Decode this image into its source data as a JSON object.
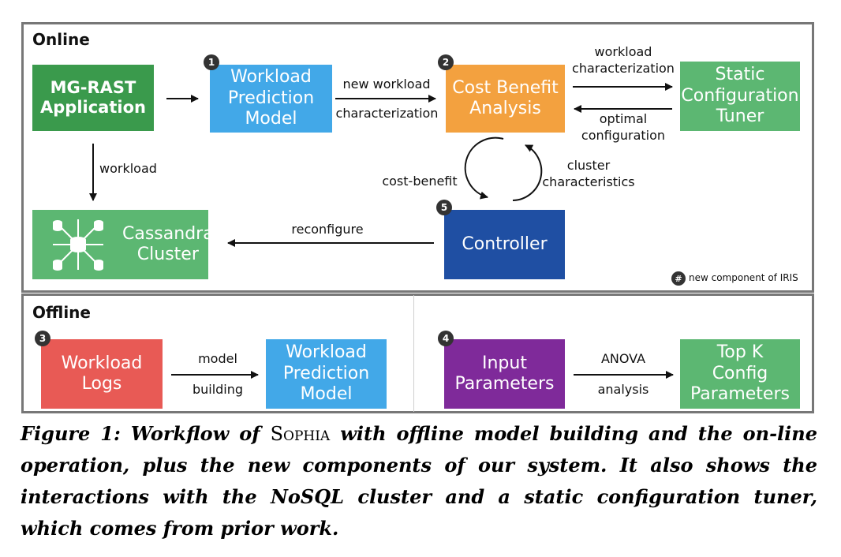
{
  "online": {
    "title": "Online",
    "mgrast": "MG-RAST\nApplication",
    "workload_pred": "Workload\nPrediction\nModel",
    "cost_benefit": "Cost Benefit\nAnalysis",
    "static_tuner": "Static\nConfiguration\nTuner",
    "cassandra": "Cassandra\nCluster",
    "controller": "Controller",
    "lbl_new_workload_top": "new workload",
    "lbl_new_workload_bot": "characterization",
    "lbl_workload_char": "workload\ncharacterization",
    "lbl_optimal": "optimal\nconfiguration",
    "lbl_workload": "workload",
    "lbl_cost_benefit": "cost-benefit",
    "lbl_cluster_char": "cluster\ncharacteristics",
    "lbl_reconfigure": "reconfigure",
    "legend_badge": "#",
    "legend_text": "new component of IRIS",
    "badge1": "1",
    "badge2": "2",
    "badge5": "5"
  },
  "offline": {
    "title": "Offline",
    "workload_logs": "Workload\nLogs",
    "workload_pred": "Workload\nPrediction\nModel",
    "input_params": "Input\nParameters",
    "top_k": "Top K\nConfig\nParameters",
    "lbl_model": "model",
    "lbl_building": "building",
    "lbl_anova": "ANOVA",
    "lbl_analysis": "analysis",
    "badge3": "3",
    "badge4": "4"
  },
  "caption": {
    "part1": "Figure 1: Workflow of ",
    "sophia": "Sophia",
    "part2": " with offline model building and the on-line operation, plus the new components of our system. It also shows the interactions with the NoSQL cluster and a static configuration tuner, which comes from prior work."
  },
  "colors": {
    "dark_green": "#3a9a4c",
    "light_green": "#5cb772",
    "blue": "#42a8e8",
    "orange": "#f3a13f",
    "navy": "#1f4fa3",
    "red": "#e85a55",
    "purple": "#7f2a9a"
  }
}
